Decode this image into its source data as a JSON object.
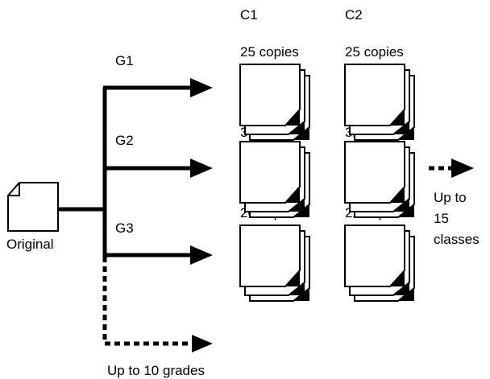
{
  "columns": [
    "C1",
    "C2"
  ],
  "grades": [
    {
      "label": "G1",
      "copies": [
        "25 copies",
        "25 copies"
      ]
    },
    {
      "label": "G2",
      "copies": [
        "30 copies",
        "32 copies"
      ]
    },
    {
      "label": "G3",
      "copies": [
        "20 copies",
        "22 copies"
      ]
    }
  ],
  "original_label": "Original",
  "grades_limit": "Up to 10 grades",
  "classes_limit": [
    "Up to",
    "15",
    "classes"
  ],
  "colors": {
    "ink": "#000000",
    "paper": "#ffffff"
  }
}
